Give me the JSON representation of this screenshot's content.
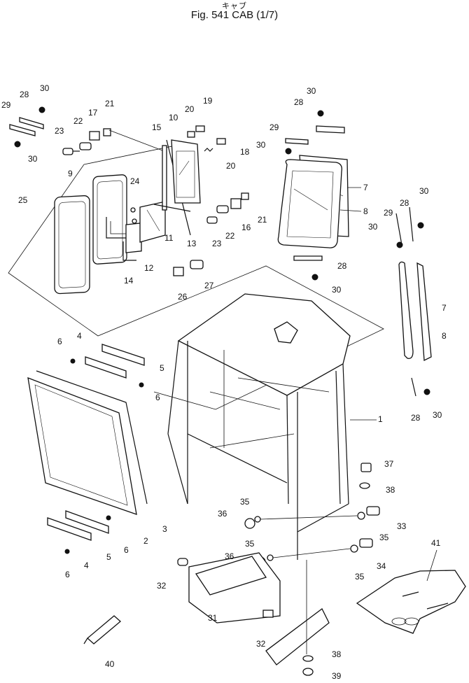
{
  "header": {
    "title_jp": "キャブ",
    "title": "Fig. 541 CAB (1/7)"
  },
  "callouts": {
    "c1": "1",
    "c2": "2",
    "c3": "3",
    "c4a": "4",
    "c4b": "4",
    "c5a": "5",
    "c5b": "5",
    "c6a": "6",
    "c6b": "6",
    "c6c": "6",
    "c6d": "6",
    "c7a": "7",
    "c7b": "7",
    "c8a": "8",
    "c8b": "8",
    "c9": "9",
    "c10": "10",
    "c11": "11",
    "c12": "12",
    "c13": "13",
    "c14": "14",
    "c15": "15",
    "c16": "16",
    "c17": "17",
    "c18": "18",
    "c19": "19",
    "c20a": "20",
    "c20b": "20",
    "c21a": "21",
    "c21b": "21",
    "c22a": "22",
    "c22b": "22",
    "c23a": "23",
    "c23b": "23",
    "c24": "24",
    "c25": "25",
    "c26": "26",
    "c27": "27",
    "c28a": "28",
    "c28b": "28",
    "c28c": "28",
    "c28d": "28",
    "c28e": "28",
    "c29a": "29",
    "c29b": "29",
    "c29c": "29",
    "c30a": "30",
    "c30b": "30",
    "c30c": "30",
    "c30d": "30",
    "c30e": "30",
    "c30f": "30",
    "c30g": "30",
    "c30h": "30",
    "c31": "31",
    "c32a": "32",
    "c32b": "32",
    "c33": "33",
    "c34": "34",
    "c35a": "35",
    "c35b": "35",
    "c35c": "35",
    "c35d": "35",
    "c36a": "36",
    "c36b": "36",
    "c37": "37",
    "c38a": "38",
    "c38b": "38",
    "c39": "39",
    "c40": "40",
    "c41": "41"
  }
}
